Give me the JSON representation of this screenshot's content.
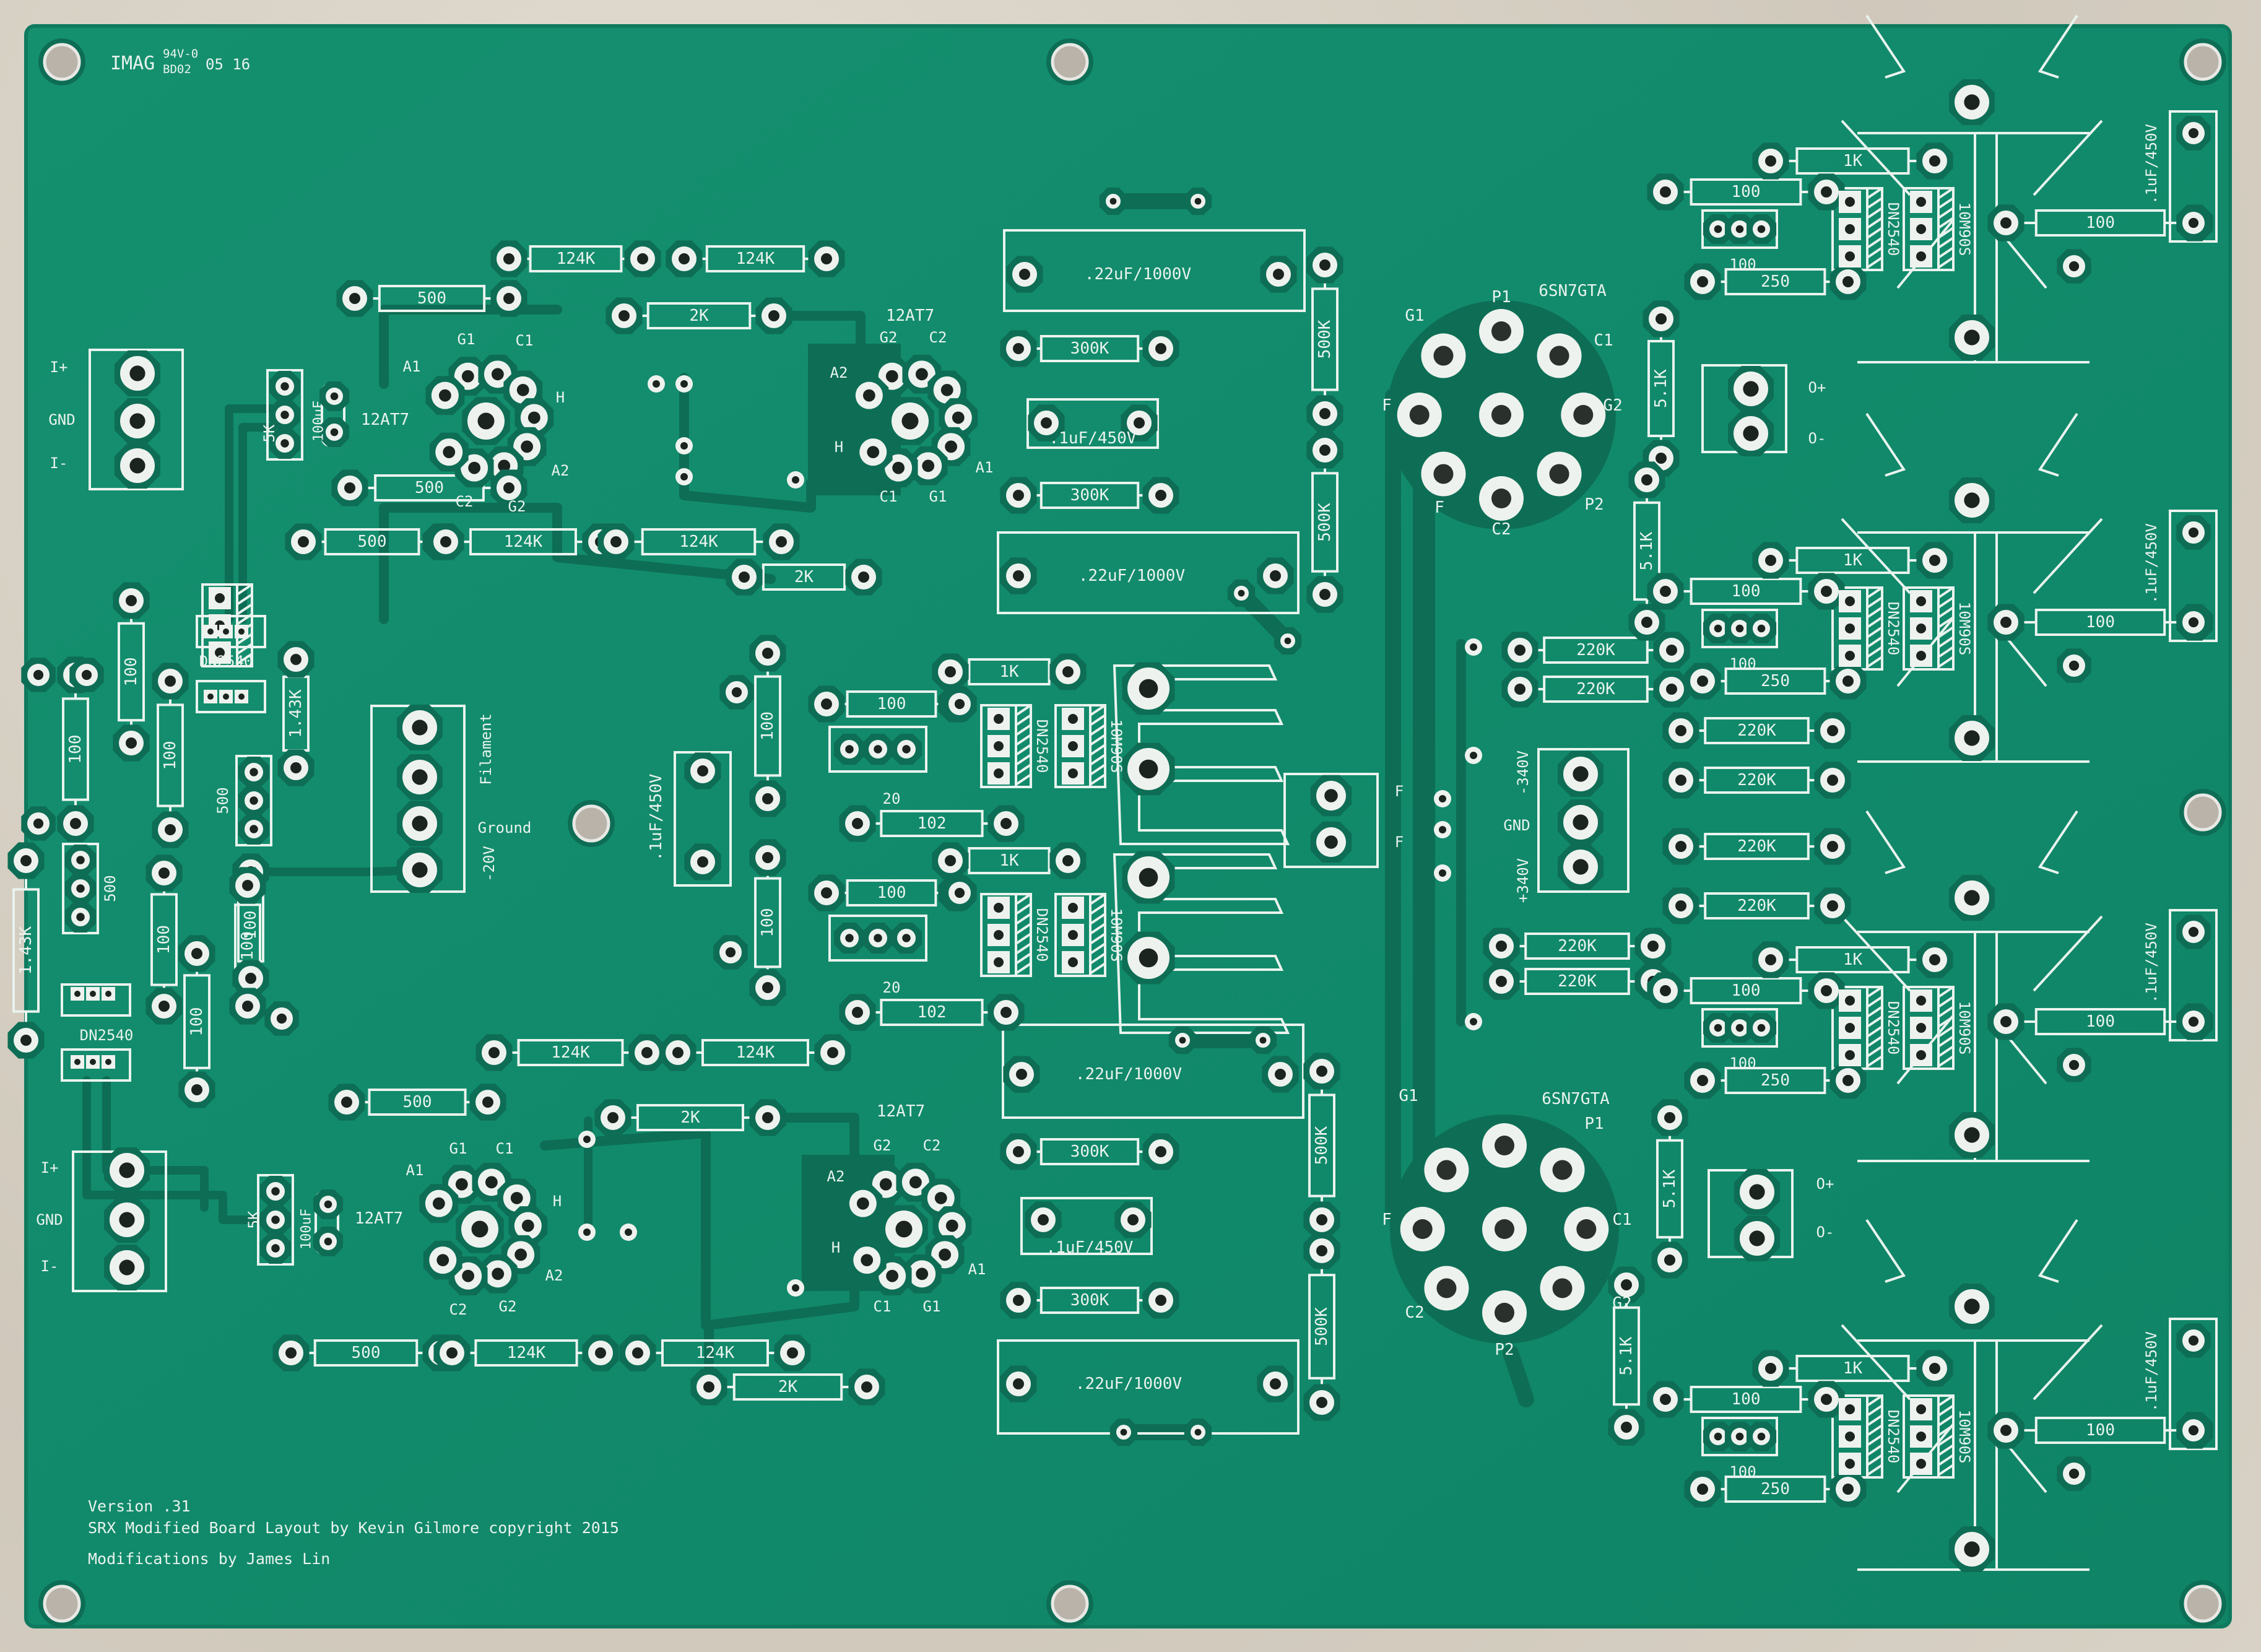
{
  "board": {
    "colors": {
      "soldermask": "#128a6c",
      "trace": "#0d6e55",
      "silkscreen": "#e9f3ee",
      "pad": "#eef2ee",
      "hole": "#1c2420",
      "background": "#d4cdc1"
    },
    "marking": {
      "main": "IMAG",
      "sup": "94V-0",
      "sub": "BD02",
      "date": "05 16"
    },
    "footer": {
      "version": "Version .31",
      "credit": "SRX Modified Board Layout by Kevin Gilmore copyright 2015",
      "mods": "Modifications by James Lin"
    }
  },
  "connectors": [
    {
      "id": "input-top",
      "labels": [
        "I+",
        "GND",
        "I-"
      ]
    },
    {
      "id": "input-bottom",
      "labels": [
        "I+",
        "GND",
        "I-"
      ]
    },
    {
      "id": "filament",
      "labels": [
        "Filament",
        "Ground",
        "-20V"
      ]
    },
    {
      "id": "hv-supply",
      "labels": [
        "-340V",
        "GND",
        "+340V"
      ]
    },
    {
      "id": "output-top",
      "labels": [
        "O+",
        "O-"
      ]
    },
    {
      "id": "output-bottom",
      "labels": [
        "O+",
        "O-"
      ]
    },
    {
      "id": "heater",
      "labels": [
        "F",
        "F"
      ]
    }
  ],
  "tubes": [
    {
      "id": "12at7-1",
      "type": "12AT7",
      "pins": [
        "G1",
        "C1",
        "A1",
        "H",
        "C2",
        "G2",
        "A2"
      ]
    },
    {
      "id": "12at7-2",
      "type": "12AT7",
      "pins": [
        "G2",
        "C2",
        "A2",
        "H",
        "C1",
        "G1",
        "A1"
      ]
    },
    {
      "id": "12at7-3",
      "type": "12AT7",
      "pins": [
        "G1",
        "C1",
        "A1",
        "H",
        "C2",
        "G2",
        "A2"
      ]
    },
    {
      "id": "12at7-4",
      "type": "12AT7",
      "pins": [
        "G2",
        "C2",
        "A2",
        "H",
        "C1",
        "G1",
        "A1"
      ]
    },
    {
      "id": "6sn7-1",
      "type": "6SN7GTA",
      "pins": [
        "G1",
        "P1",
        "C1",
        "F",
        "G2",
        "F",
        "P2",
        "C2"
      ]
    },
    {
      "id": "6sn7-2",
      "type": "6SN7GTA",
      "pins": [
        "G1",
        "P1",
        "F",
        "C1",
        "C2",
        "G2",
        "P2"
      ]
    }
  ],
  "resistors": {
    "r124k": "124K",
    "r500": "500",
    "r2k": "2K",
    "r100": "100",
    "r1k": "1K",
    "r250": "250",
    "r300k": "300K",
    "r500k": "500K",
    "r220k": "220K",
    "r5_1k": "5.1K",
    "r1_43k": "1.43K",
    "r102": "102",
    "r20": "20",
    "r5k": "5K"
  },
  "capacitors": {
    "c22": ".22uF/1000V",
    "c1": ".1uF/450V",
    "c100": "100uF"
  },
  "semis": {
    "dn": "DN2540",
    "m": "10M90S"
  }
}
